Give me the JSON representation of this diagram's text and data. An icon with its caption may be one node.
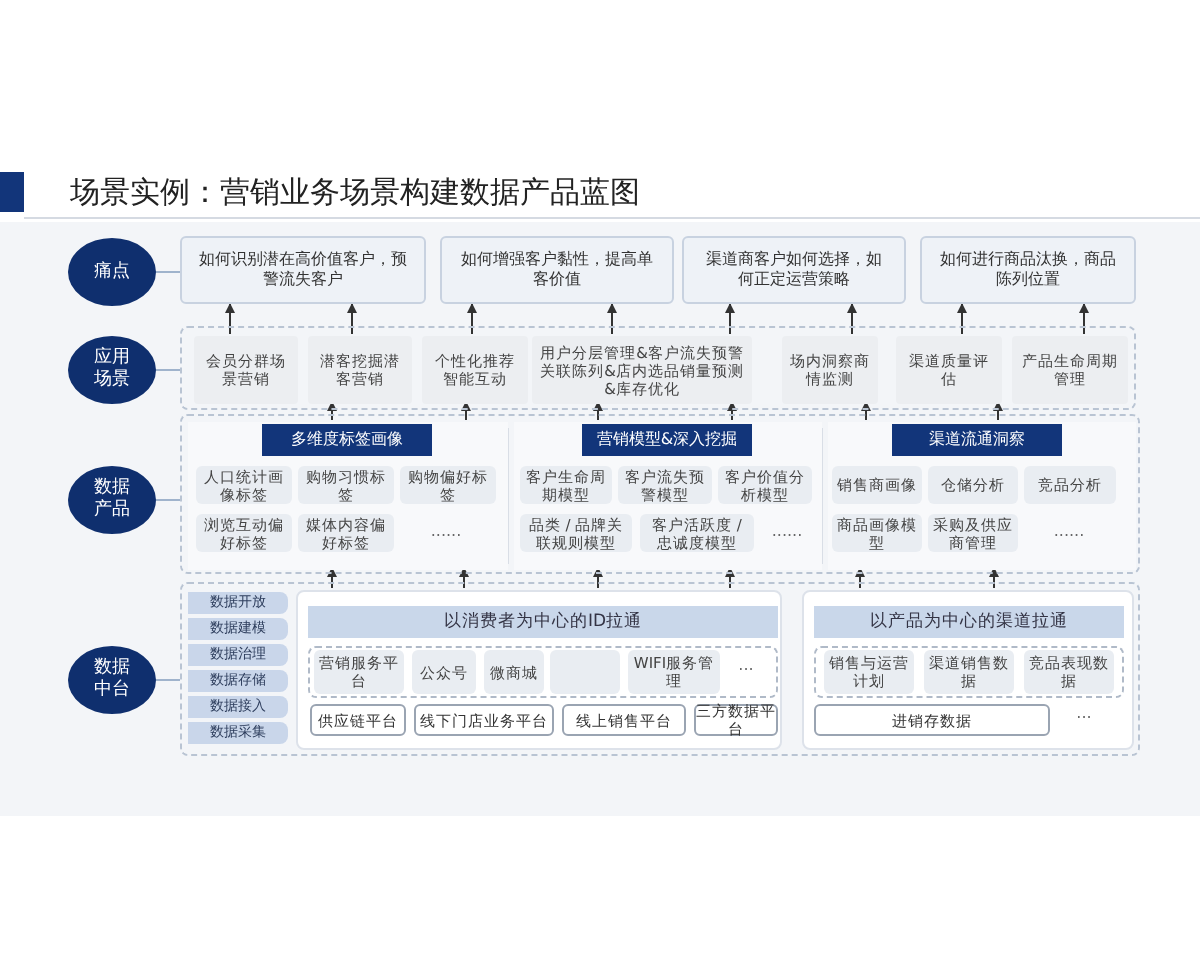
{
  "diagram": {
    "title": "场景实例：营销业务场景构建数据产品蓝图",
    "nodes": [
      {
        "text": [
          "痛点"
        ]
      },
      {
        "text": [
          "如何识别潜在高价值客户，预警流失客户"
        ]
      },
      {
        "text": [
          "如何增强客户黏性，提高单客价值"
        ]
      },
      {
        "text": [
          "渠道商客户如何选择，如何正定运营策略"
        ]
      },
      {
        "text": [
          "如何进行商品汰换，商品陈列位置"
        ]
      },
      {
        "text": [
          "应用场景"
        ]
      },
      {
        "text": [],
        "shape": "box"
      },
      {
        "text": [
          "会员分群场景营销"
        ],
        "in": 6
      },
      {
        "text": [
          "潜客挖掘潜客营销"
        ],
        "in": 6
      },
      {
        "text": [
          "个性化推荐智能互动"
        ],
        "in": 6
      },
      {
        "text": [
          "用户分层管理&客户流失预警关联陈列&店内选品销量预测&库存优化"
        ],
        "in": 6
      },
      {
        "text": [
          "场内洞察商情监测"
        ],
        "in": 6
      },
      {
        "text": [
          "渠道质量评估"
        ],
        "in": 6
      },
      {
        "text": [
          "产品生命周期管理"
        ],
        "in": 6
      },
      {
        "text": [
          "数据产品"
        ]
      },
      {
        "text": [],
        "shape": "box"
      },
      {
        "text": [
          "多维度标签画像"
        ],
        "in": 15
      },
      {
        "text": [
          "人口统计画像标签"
        ],
        "in": 16
      },
      {
        "text": [
          "购物习惯标签"
        ],
        "in": 16
      },
      {
        "text": [
          "购物偏好标签"
        ],
        "in": 16
      },
      {
        "text": [
          "浏览互动偏好标签"
        ],
        "in": 16
      },
      {
        "text": [
          "媒体内容偏好标签"
        ],
        "in": 16
      },
      {
        "text": [
          "营销模型&深入挖掘"
        ],
        "in": 15
      },
      {
        "text": [
          "客户生命周期模型"
        ],
        "in": 22
      },
      {
        "text": [
          "客户流失预警模型"
        ],
        "in": 22
      },
      {
        "text": [
          "客户价值分析模型"
        ],
        "in": 22
      },
      {
        "text": [
          "品类 / 品牌关联规则模型"
        ],
        "in": 22
      },
      {
        "text": [
          "客户活跃度 / 忠诚度模型"
        ],
        "in": 22
      },
      {
        "text": [
          "渠道流通洞察"
        ],
        "in": 15
      },
      {
        "text": [
          "销售商画像"
        ],
        "in": 28
      },
      {
        "text": [
          "仓储分析"
        ],
        "in": 28
      },
      {
        "text": [
          "竞品分析"
        ],
        "in": 28
      },
      {
        "text": [
          "商品画像模型"
        ],
        "in": 28
      },
      {
        "text": [
          "采购及供应商管理"
        ],
        "in": 28
      },
      {
        "text": [
          "数据中台"
        ]
      },
      {
        "text": [],
        "shape": "box"
      },
      {
        "text": [
          "数据开放"
        ],
        "in": 35
      },
      {
        "text": [
          "数据建模"
        ],
        "in": 35
      },
      {
        "text": [
          "数据治理"
        ],
        "in": 35
      },
      {
        "text": [
          "数据存储"
        ],
        "in": 35
      },
      {
        "text": [
          "数据接入"
        ],
        "in": 35
      },
      {
        "text": [
          "数据采集"
        ],
        "in": 35
      },
      {
        "text": [
          "以消费者为中心的ID拉通"
        ],
        "in": 35
      },
      {
        "text": [
          "营销服务平台"
        ],
        "in": 42
      },
      {
        "text": [
          "公众号"
        ],
        "in": 42
      },
      {
        "text": [
          "微商城"
        ],
        "in": 42
      },
      {
        "text": [],
        "shape": "box",
        "in": 42
      },
      {
        "text": [
          "WIFI服务管理"
        ],
        "in": 42
      },
      {
        "text": [
          "供应链平台"
        ],
        "in": 42
      },
      {
        "text": [
          "线下门店业务平台"
        ],
        "in": 42
      },
      {
        "text": [
          "线上销售平台"
        ],
        "in": 42
      },
      {
        "text": [
          "三方数据平台"
        ],
        "in": 42
      },
      {
        "text": [
          "以产品为中心的渠道拉通"
        ],
        "in": 35
      },
      {
        "text": [
          "销售与运营计划"
        ],
        "in": 52
      },
      {
        "text": [
          "渠道销售数据"
        ],
        "in": 52
      },
      {
        "text": [
          "竞品表现数据"
        ],
        "in": 52
      },
      {
        "text": [
          "进销存数据"
        ],
        "in": 52
      }
    ],
    "edges": [
      {
        "from": 0,
        "to": 1,
        "arrow": "none",
        "color": "#9fb3cc"
      },
      {
        "from": 5,
        "to": 6,
        "arrow": "none",
        "color": "#9fb3cc"
      },
      {
        "from": 14,
        "to": 15,
        "arrow": "none",
        "color": "#9fb3cc"
      },
      {
        "from": 34,
        "to": 35,
        "arrow": "none",
        "color": "#9fb3cc"
      },
      {
        "from": 7,
        "to": 1,
        "arrow": "to"
      },
      {
        "from": 8,
        "to": 1,
        "arrow": "to"
      },
      {
        "from": 9,
        "to": 2,
        "arrow": "to"
      },
      {
        "from": 10,
        "to": 2,
        "arrow": "to"
      },
      {
        "from": 10,
        "to": 3,
        "arrow": "to"
      },
      {
        "from": 11,
        "to": 3,
        "arrow": "to"
      },
      {
        "from": 12,
        "to": 4,
        "arrow": "to"
      },
      {
        "from": 13,
        "to": 4,
        "arrow": "to"
      },
      {
        "from": 16,
        "to": 8,
        "arrow": "to"
      },
      {
        "from": 16,
        "to": 9,
        "arrow": "to"
      },
      {
        "from": 22,
        "to": 10,
        "arrow": "to"
      },
      {
        "from": 22,
        "to": 10,
        "arrow": "to"
      },
      {
        "from": 28,
        "to": 11,
        "arrow": "to"
      },
      {
        "from": 28,
        "to": 12,
        "arrow": "to"
      },
      {
        "from": 42,
        "to": 16,
        "arrow": "to"
      },
      {
        "from": 42,
        "to": 16,
        "arrow": "to"
      },
      {
        "from": 42,
        "to": 22,
        "arrow": "to"
      },
      {
        "from": 42,
        "to": 22,
        "arrow": "to"
      },
      {
        "from": 52,
        "to": 28,
        "arrow": "to"
      },
      {
        "from": 52,
        "to": 28,
        "arrow": "to"
      }
    ],
    "labels": [
      "......",
      "......",
      "......",
      "...",
      "..."
    ]
  }
}
